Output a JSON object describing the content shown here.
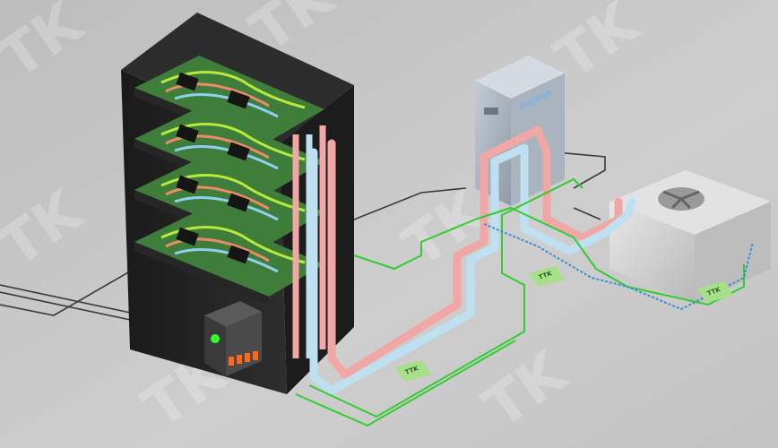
{
  "scene": {
    "description_free": true,
    "colors": {
      "background": "#c9c9c9",
      "rack": "#222222",
      "pcb": "#3f7d3b",
      "hot_pipe": "#f2a7a7",
      "cold_pipe": "#bfe0f0",
      "leak_cable": "#33cc33",
      "led": "#33ff33",
      "connector": "#ff6a1a"
    },
    "icons": [
      "watermark-logo",
      "fan-icon",
      "status-led"
    ]
  },
  "watermark": {
    "text": "TK"
  },
  "tags": [
    {
      "label": "TTK"
    },
    {
      "label": "TTK"
    },
    {
      "label": "TTK"
    }
  ]
}
